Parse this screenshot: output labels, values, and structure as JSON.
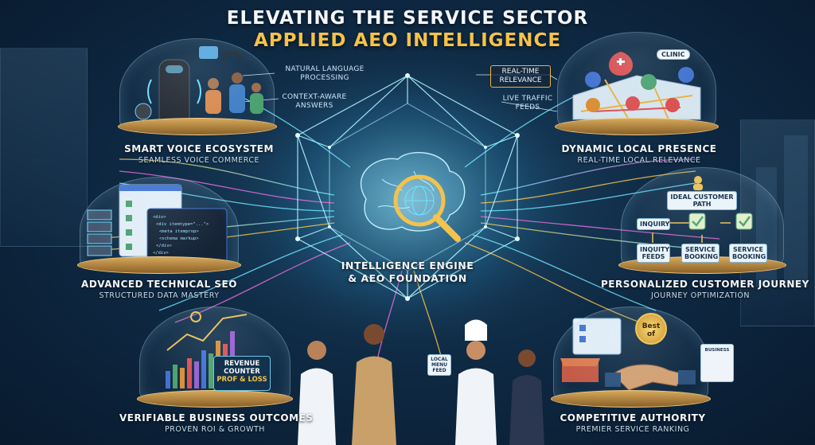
{
  "title": {
    "line1": "ELEVATING THE SERVICE SECTOR",
    "line2": "APPLIED AEO INTELLIGENCE"
  },
  "colors": {
    "accent_gold": "#f5c24a",
    "glow_cyan": "#6fe3ff",
    "background": "#0f2a44"
  },
  "core": {
    "line1": "INTELLIGENCE ENGINE",
    "line2": "& AEO FOUNDATION",
    "icon": "brain-magnifier-icon"
  },
  "callouts": {
    "nlp": "NATURAL LANGUAGE PROCESSING",
    "context": "CONTEXT-AWARE ANSWERS",
    "realtime": "REAL-TIME RELEVANCE",
    "traffic": "LIVE TRAFFIC FEEDS"
  },
  "sections": {
    "voice": {
      "title": "SMART VOICE ECOSYSTEM",
      "subtitle": "SEAMLESS VOICE COMMERCE",
      "icon": "smart-speaker-icon"
    },
    "local": {
      "title": "DYNAMIC LOCAL PRESENCE",
      "subtitle": "REAL-TIME LOCAL RELEVANCE",
      "icon": "map-pin-icon",
      "tag": "CLINIC"
    },
    "seo": {
      "title": "ADVANCED TECHNICAL SEO",
      "subtitle": "STRUCTURED DATA MASTERY",
      "icon": "code-window-icon"
    },
    "journey": {
      "title": "PERSONALIZED CUSTOMER JOURNEY",
      "subtitle": "JOURNEY OPTIMIZATION",
      "icon": "flowchart-icon",
      "path_label": "IDEAL CUSTOMER PATH",
      "steps": [
        "INQUIRY",
        "INQUITY FEEDS",
        "SERVICE BOOKING",
        "SERVICE BOOKING"
      ]
    },
    "outcomes": {
      "title": "VERIFIABLE BUSINESS OUTCOMES",
      "subtitle": "PROVEN ROI & GROWTH",
      "icon": "bar-chart-icon",
      "box_line1": "REVENUE",
      "box_line2": "COUNTER",
      "box_line3": "PROF & LOSS"
    },
    "authority": {
      "title": "COMPETITIVE AUTHORITY",
      "subtitle": "PREMIER SERVICE RANKING",
      "icon": "handshake-icon",
      "badge_line1": "Best",
      "badge_line2": "of",
      "card_label": "BUSINESS"
    }
  },
  "menu_tag": "LOCAL MENU FEED"
}
